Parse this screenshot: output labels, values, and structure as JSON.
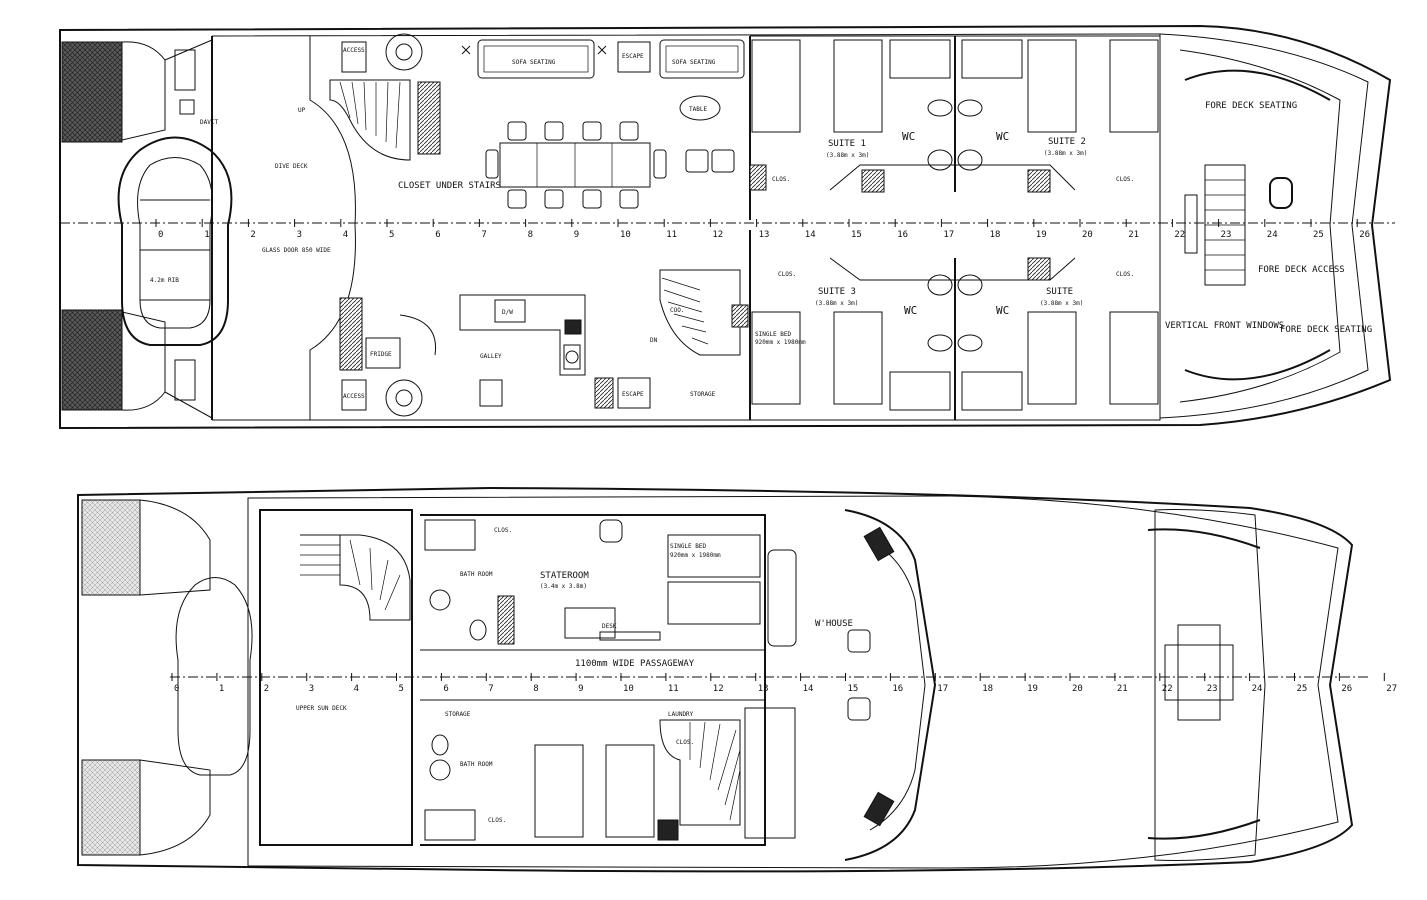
{
  "lower_deck": {
    "labels": {
      "davit": "DAVIT",
      "dive_deck": "DIVE DECK",
      "rib": "4.2m RIB",
      "glass_door": "GLASS DOOR 850 WIDE",
      "closet_under_stairs": "CLOSET UNDER STAIRS",
      "sofa_seating_1": "SOFA SEATING",
      "sofa_seating_2": "SOFA SEATING",
      "escape_1": "ESCAPE",
      "escape_2": "ESCAPE",
      "table": "TABLE",
      "access_1": "ACCESS",
      "access_2": "ACCESS",
      "dw": "D/W",
      "galley": "GALLEY",
      "fridge": "FRIDGE",
      "storage": "STORAGE",
      "coo": "COO.",
      "suite_1": "SUITE 1",
      "suite_1_size": "(3.88m x 3m)",
      "suite_2": "SUITE 2",
      "suite_2_size": "(3.88m x 3m)",
      "suite_3": "SUITE 3",
      "suite_3_size": "(3.88m x 3m)",
      "suite_4": "SUITE",
      "suite_4_size": "(3.88m x 3m)",
      "wc_1": "WC",
      "wc_2": "WC",
      "wc_3": "WC",
      "wc_4": "WC",
      "clos_1": "CLOS.",
      "clos_2": "CLOS.",
      "clos_3": "CLOS.",
      "clos_4": "CLOS.",
      "fore_deck_seating_1": "FORE DECK SEATING",
      "fore_deck_seating_2": "FORE DECK SEATING",
      "fore_deck_access": "FORE DECK ACCESS",
      "vertical_front_windows": "VERTICAL FRONT WINDOWS",
      "single_bed": "SINGLE BED",
      "bed_size": "920mm x 1980mm",
      "up": "UP",
      "dn": "DN"
    },
    "frames": [
      "0",
      "1",
      "2",
      "3",
      "4",
      "5",
      "6",
      "7",
      "8",
      "9",
      "10",
      "11",
      "12",
      "13",
      "14",
      "15",
      "16",
      "17",
      "18",
      "19",
      "20",
      "21",
      "22",
      "23",
      "24",
      "25",
      "26"
    ]
  },
  "upper_deck": {
    "labels": {
      "upper_sun_deck": "UPPER SUN DECK",
      "bath_room_1": "BATH ROOM",
      "bath_room_2": "BATH ROOM",
      "stateroom": "STATEROOM",
      "stateroom_size": "(3.4m x 3.8m)",
      "passageway": "1100mm WIDE PASSAGEWAY",
      "storage": "STORAGE",
      "whouse": "W'HOUSE",
      "clos_1": "CLOS.",
      "clos_2": "CLOS.",
      "clos_3": "CLOS.",
      "desk": "DESK",
      "laundry": "LAUNDRY",
      "single_bed": "SINGLE BED",
      "bed_size": "920mm x 1980mm"
    },
    "frames": [
      "0",
      "1",
      "2",
      "3",
      "4",
      "5",
      "6",
      "7",
      "8",
      "9",
      "10",
      "11",
      "12",
      "13",
      "14",
      "15",
      "16",
      "17",
      "18",
      "19",
      "20",
      "21",
      "22",
      "23",
      "24",
      "25",
      "26",
      "27"
    ]
  }
}
